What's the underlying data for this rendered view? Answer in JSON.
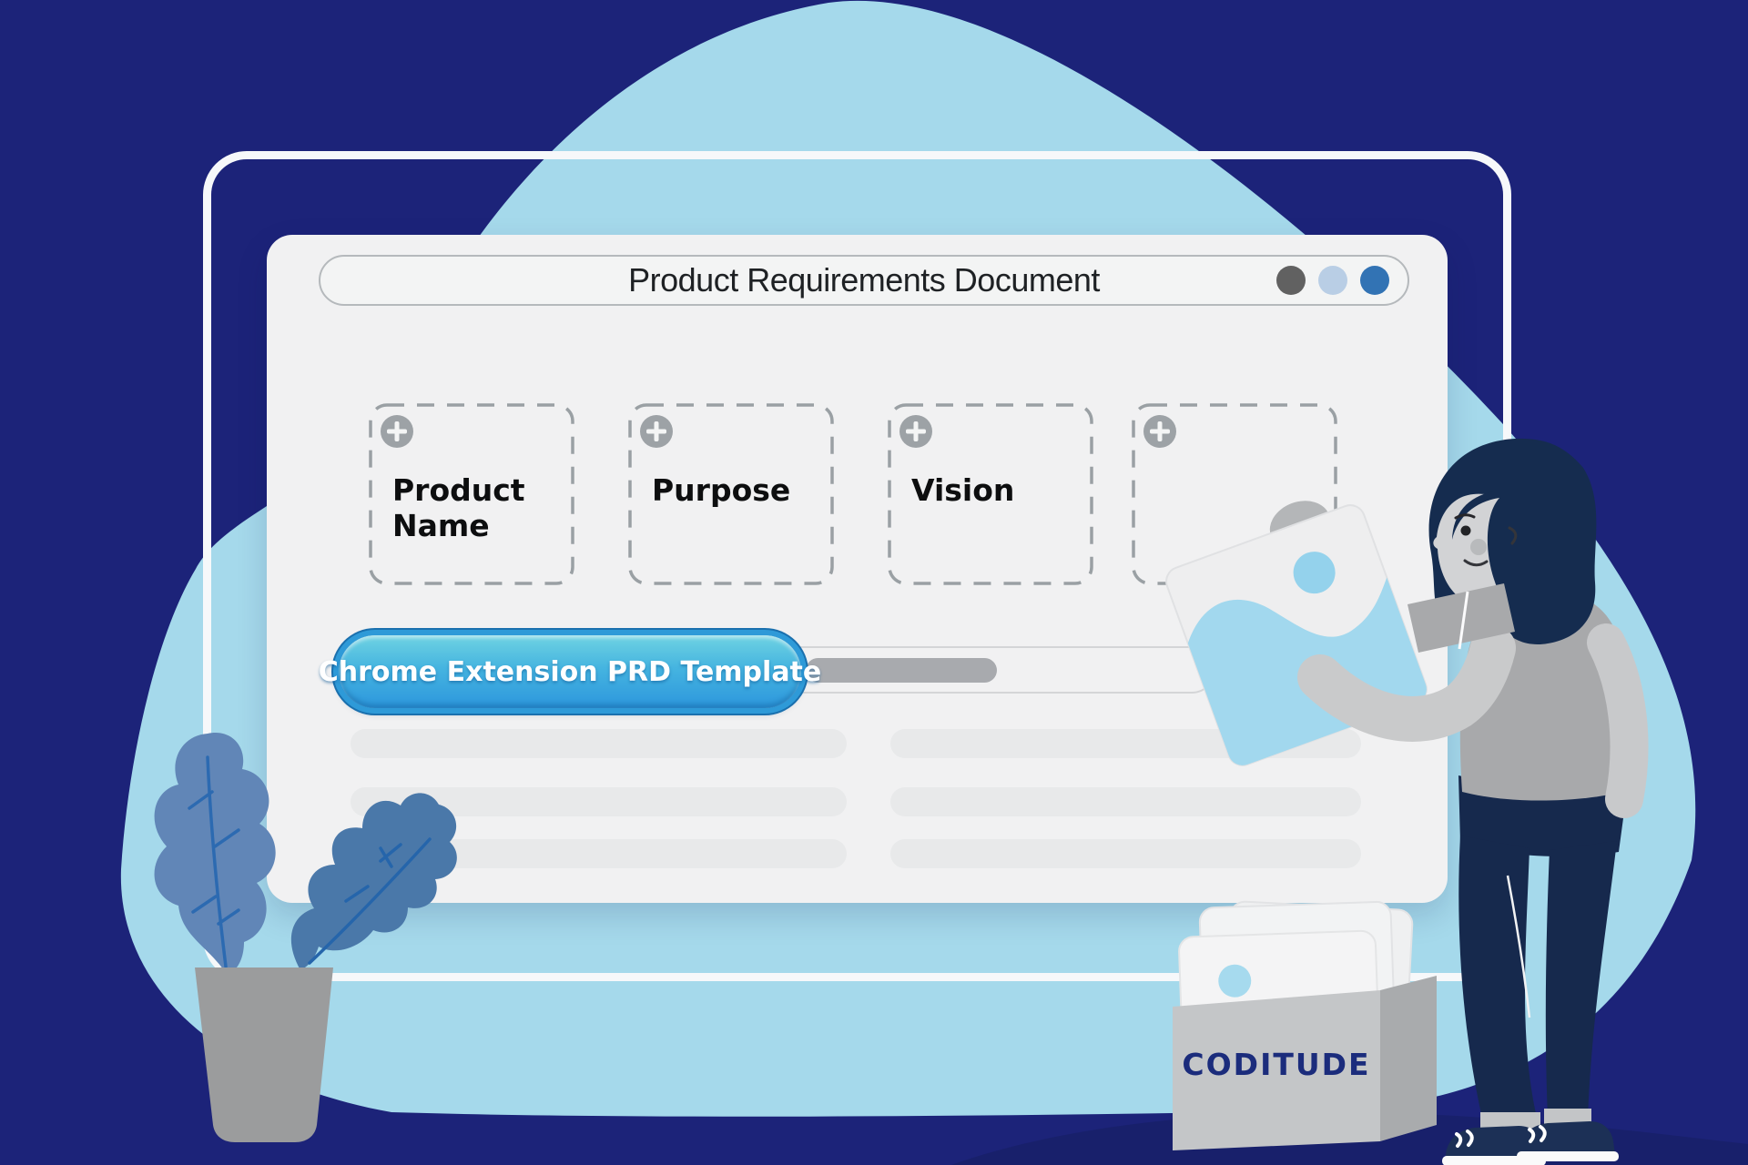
{
  "scene": {
    "background_color": "#1c2379",
    "blob_color": "#a5d9eb",
    "frame_color": "#f6f8fa"
  },
  "browser": {
    "title": "Product Requirements Document",
    "traffic_lights": [
      {
        "name": "dot-dark-gray",
        "color": "#616161"
      },
      {
        "name": "dot-light-blue",
        "color": "#b9cee5"
      },
      {
        "name": "dot-blue",
        "color": "#3273b4"
      }
    ],
    "slots": [
      {
        "label": "Product Name"
      },
      {
        "label": "Purpose"
      },
      {
        "label": "Vision"
      },
      {
        "label": ""
      }
    ],
    "cta_label": "Chrome Extension PRD Template",
    "cta_colors": {
      "top": "#6fd3e2",
      "bottom": "#2d97dd",
      "ring": "#2e9ad8"
    },
    "progress_color": "#a8aaae"
  },
  "branding": {
    "label": "CODITUDE",
    "label_color": "#1b2c7c"
  }
}
